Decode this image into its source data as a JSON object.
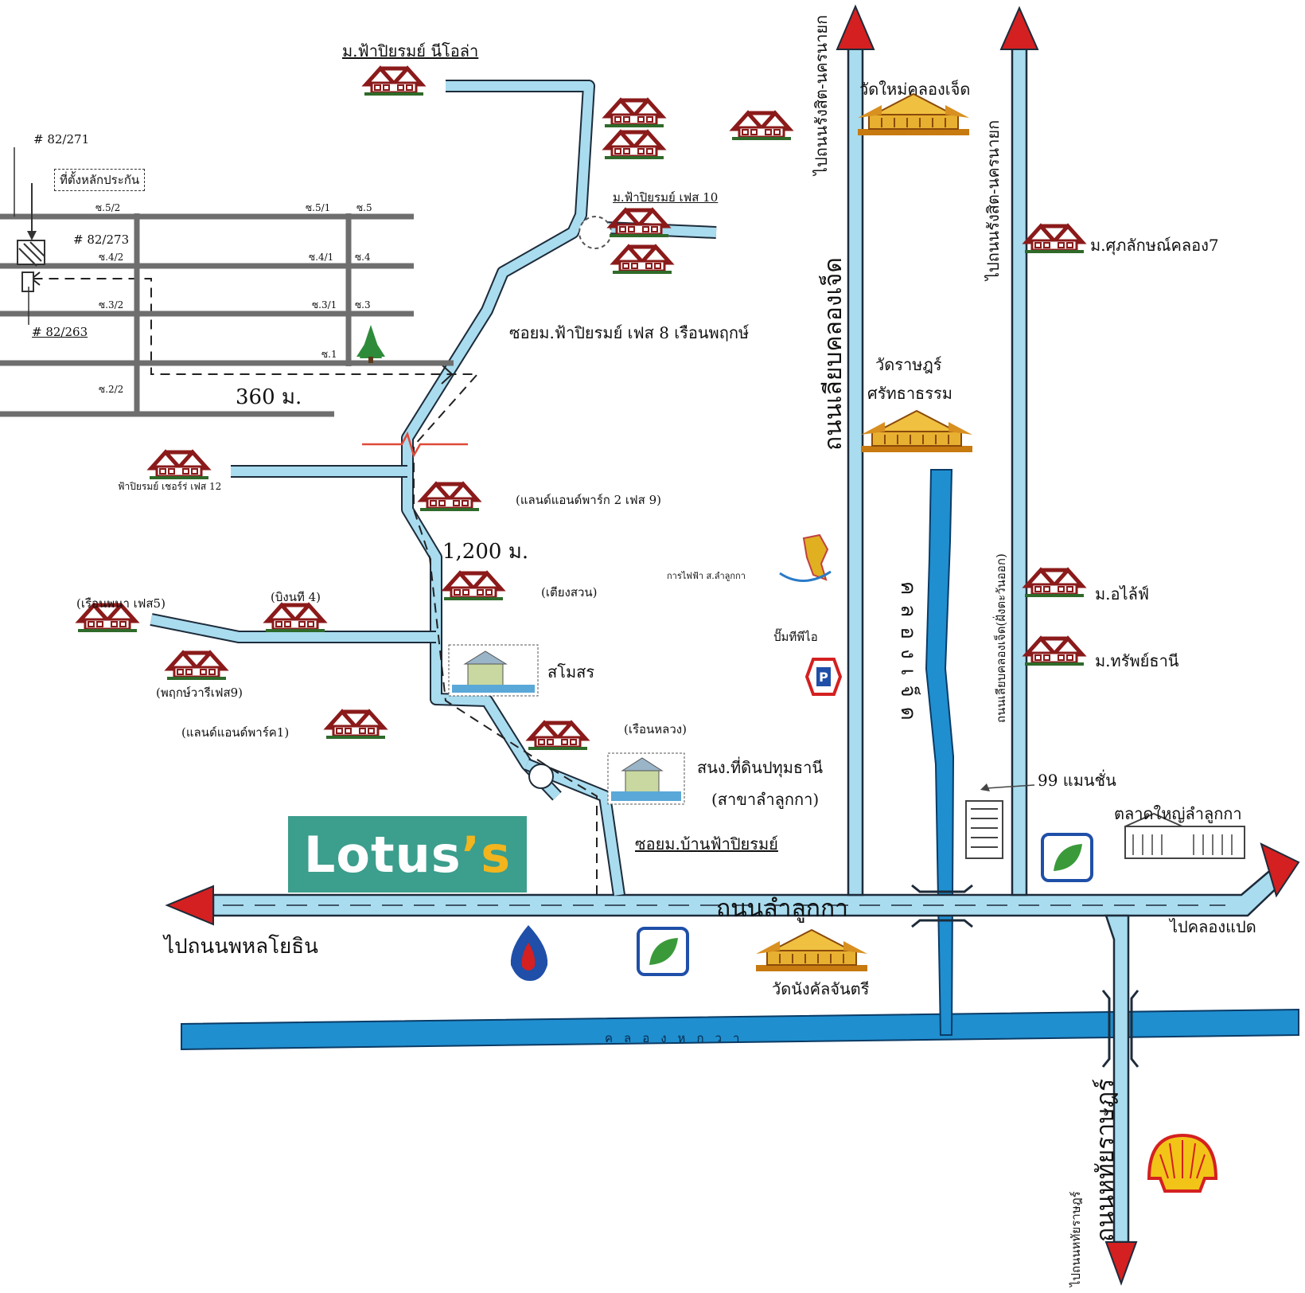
{
  "lotus": {
    "word": "Lotus",
    "apos": "’s"
  },
  "labels": {
    "nilocha": "ม.ฟ้าปิยรมย์ นีโอล่า",
    "phase10": "ม.ฟ้าปิยรมย์ เฟส 10",
    "soi_phase8": "ซอยม.ฟ้าปิยรมย์ เฟส 8 เรือนพฤกษ์",
    "cherry12": "ฟ้าปิยรมย์ เชอร์ร่ เฟส 12",
    "landand2": "(แลนด์แอนด์พาร์ก 2 เฟส 9)",
    "dist_1200": "1,200 ม.",
    "dist_360": "360 ม.",
    "tiangsuan": "(เตียงสวน)",
    "rueanphana": "(เรือนพนา เฟส5)",
    "bingo4": "(บิงนที 4)",
    "phruek9": "(พฤกษ์วารีเฟส9)",
    "landand1": "(แลนด์แอนด์พาร์ค1)",
    "clubhouse": "สโมสร",
    "rueanluang": "(เรือนหลวง)",
    "land_office_1": "สนง.ที่ดินปทุมธานี",
    "land_office_2": "(สาขาลำลูกกา)",
    "soi_baan": "ซอยม.บ้านฟ้าปิยรมย์",
    "road_lamlukka": "ถนนลำลูกกา",
    "to_phahon": "ไปถนนพหลโยธิน",
    "wat_nang": "วัดนังคัลจันตรี",
    "khlong_hok": "คลองหกวา",
    "road_khlong7": "ถนนเลียบคลองเจ็ด",
    "to_rangsit_1": "ไปถนนรังสิต-นครนายก",
    "wat_mai": "วัดใหม่คลองเจ็ด",
    "wat_rat_1": "วัดราษฎร์",
    "wat_rat_2": "ศรัทธาธรรม",
    "pea": "การไฟฟ้า ส.ลำลูกกา",
    "ptt_label": "ปั๊มทีพีไอ",
    "khlong_jed": "คลองเจ็ด",
    "road_khlong7_east": "ถนนเลียบคลองเจ็ด(ฝั่งตะวันออก)",
    "to_rangsit_2": "ไปถนนรังสิต-นครนายก",
    "suk_khlong7": "ม.ศุภลักษณ์คลอง7",
    "m_alive": "ม.อไล้ฟ์",
    "m_sap": "ม.ทรัพย์ธานี",
    "mansion99": "99 แมนชั่น",
    "market": "ตลาดใหญ่ลำลูกกา",
    "to_khlong8": "ไปคลองแปด",
    "road_hathai": "ถนนหทัยราษฎร์",
    "to_hathai": "ไปถนนหทัยราษฎร์"
  },
  "plan": {
    "lot_271": "# 82/271",
    "pillar": "ที่ตั้งหลักประกัน",
    "lot_273": "# 82/273",
    "lot_263": "# 82/263",
    "s52": "ซ.5/2",
    "s51": "ซ.5/1",
    "s5": "ซ.5",
    "s42": "ซ.4/2",
    "s41": "ซ.4/1",
    "s4": "ซ.4",
    "s32": "ซ.3/2",
    "s31": "ซ.3/1",
    "s3": "ซ.3",
    "s1": "ซ.1",
    "s22": "ซ.2/2"
  },
  "colors": {
    "road": "#a9dcef",
    "road_edge": "#1d2b3a",
    "canal": "#1f8fd0",
    "house_roof": "#8b1a1a",
    "temple": "#e0a020",
    "arrow_red": "#d42020",
    "lotus_bg": "#3c9e8c"
  },
  "icons": [
    "house-icon",
    "temple-icon",
    "tree-icon",
    "shell-icon",
    "bangchak-icon",
    "pt-icon",
    "ptt-icon",
    "pea-icon",
    "building-icon",
    "market-icon"
  ]
}
